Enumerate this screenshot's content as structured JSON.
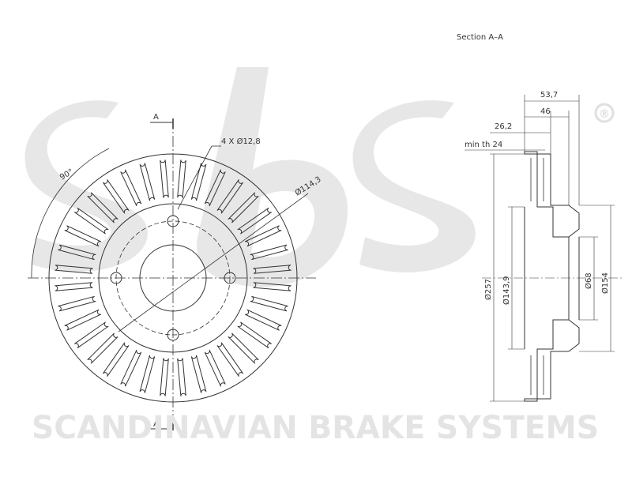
{
  "brand": {
    "logo_text": "sbs",
    "registered_mark": "®",
    "tagline": "SCANDINAVIAN BRAKE SYSTEMS"
  },
  "drawing": {
    "section_title": "Section A–A",
    "section_marker_top": "A",
    "section_marker_bottom": "A",
    "angle_label": "90°",
    "holes_label": "4 X Ø12,8",
    "bolt_circle_label": "Ø114,3",
    "dim_total_width": "53,7",
    "dim_hub_width": "46",
    "dim_disc_thickness": "26,2",
    "dim_min_thickness": "min th 24",
    "dim_outer_diameter": "Ø257",
    "dim_brake_diameter": "Ø143,9",
    "dim_centre_bore": "Ø68",
    "dim_hat_diameter": "Ø154"
  },
  "colors": {
    "line": "#333333",
    "watermark": "#e4e4e4"
  }
}
